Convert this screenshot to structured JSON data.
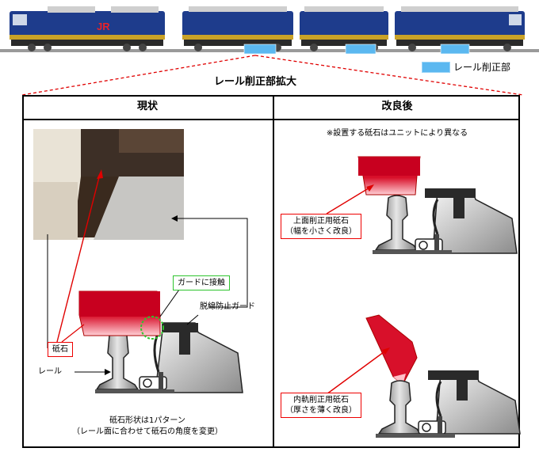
{
  "train": {
    "logo": "JR"
  },
  "legend": {
    "label": "レール削正部",
    "swatch_color": "#5bb8f0"
  },
  "zoom_title": "レール削正部拡大",
  "columns": {
    "current": "現状",
    "improved": "改良後"
  },
  "current": {
    "guard_contact": "ガードに接触",
    "derail_guard": "脱線防止ガード",
    "grindstone": "砥石",
    "rail": "レール",
    "caption_line1": "砥石形状は1パターン",
    "caption_line2": "（レール面に合わせて砥石の角度を変更）"
  },
  "improved": {
    "note": "※設置する砥石はユニットにより異なる",
    "top_stone_line1": "上面削正用砥石",
    "top_stone_line2": "（幅を小さく改良）",
    "inner_stone_line1": "内軌削正用砥石",
    "inner_stone_line2": "（厚さを薄く改良）"
  },
  "colors": {
    "stone_red": "#d8102a",
    "train_blue": "#1e3c8c",
    "highlight_red": "#e00000",
    "contact_green": "#2ec42e"
  }
}
